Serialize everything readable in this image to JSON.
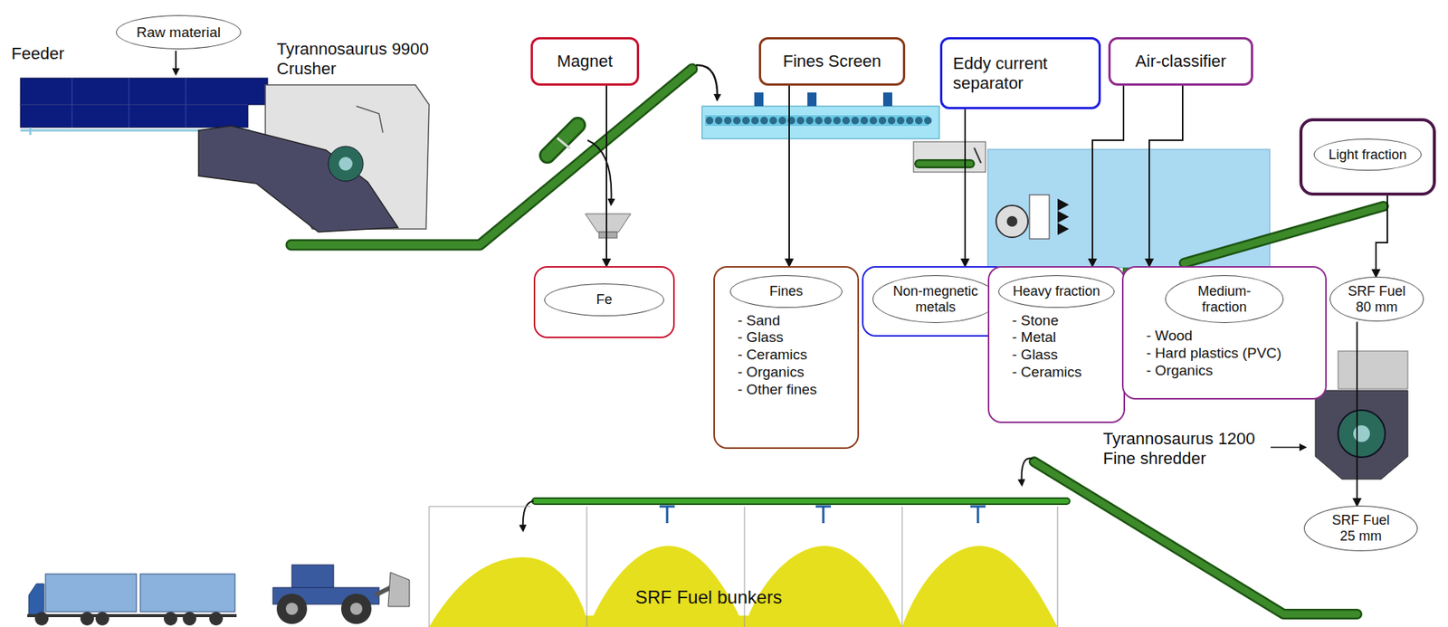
{
  "diagram": {
    "nodes": [
      {
        "text": [
          "Raw material"
        ]
      },
      {
        "text": [
          "Magnet"
        ]
      },
      {
        "text": [
          "Fines Screen"
        ]
      },
      {
        "text": [
          "Eddy current separator"
        ]
      },
      {
        "text": [
          "Air-classifier"
        ]
      },
      {
        "text": [
          "Light fraction"
        ]
      },
      {
        "text": [
          "Fe"
        ]
      },
      {
        "text": [
          "Fines",
          "- Sand",
          "- Glass",
          "- Ceramics",
          "- Organics",
          "- Other fines"
        ]
      },
      {
        "text": [
          "Non-megnetic metals"
        ]
      },
      {
        "text": [
          "Heavy fraction",
          "- Stone",
          "- Metal",
          "- Glass",
          "- Ceramics"
        ]
      },
      {
        "text": [
          "Medium- fraction",
          "- Wood",
          "- Hard plastics (PVC)",
          "- Organics"
        ]
      },
      {
        "text": [
          "SRF Fuel 80 mm"
        ]
      },
      {
        "text": [
          "SRF Fuel 25 mm"
        ]
      }
    ],
    "edges": [
      {
        "from": 1,
        "to": 6,
        "arrow": "to"
      },
      {
        "from": 2,
        "to": 7,
        "arrow": "to"
      },
      {
        "from": 3,
        "to": 8,
        "arrow": "to"
      },
      {
        "from": 4,
        "to": 9,
        "arrow": "to"
      },
      {
        "from": 4,
        "to": 10,
        "arrow": "to"
      },
      {
        "from": 5,
        "to": 11,
        "arrow": "to"
      },
      {
        "from": 11,
        "to": 12,
        "arrow": "to"
      }
    ],
    "labels": [
      "Feeder",
      "Tyrannosaurus 9900 Crusher",
      "Tyrannosaurus 1200 Fine shredder",
      "SRF Fuel bunkers"
    ]
  }
}
